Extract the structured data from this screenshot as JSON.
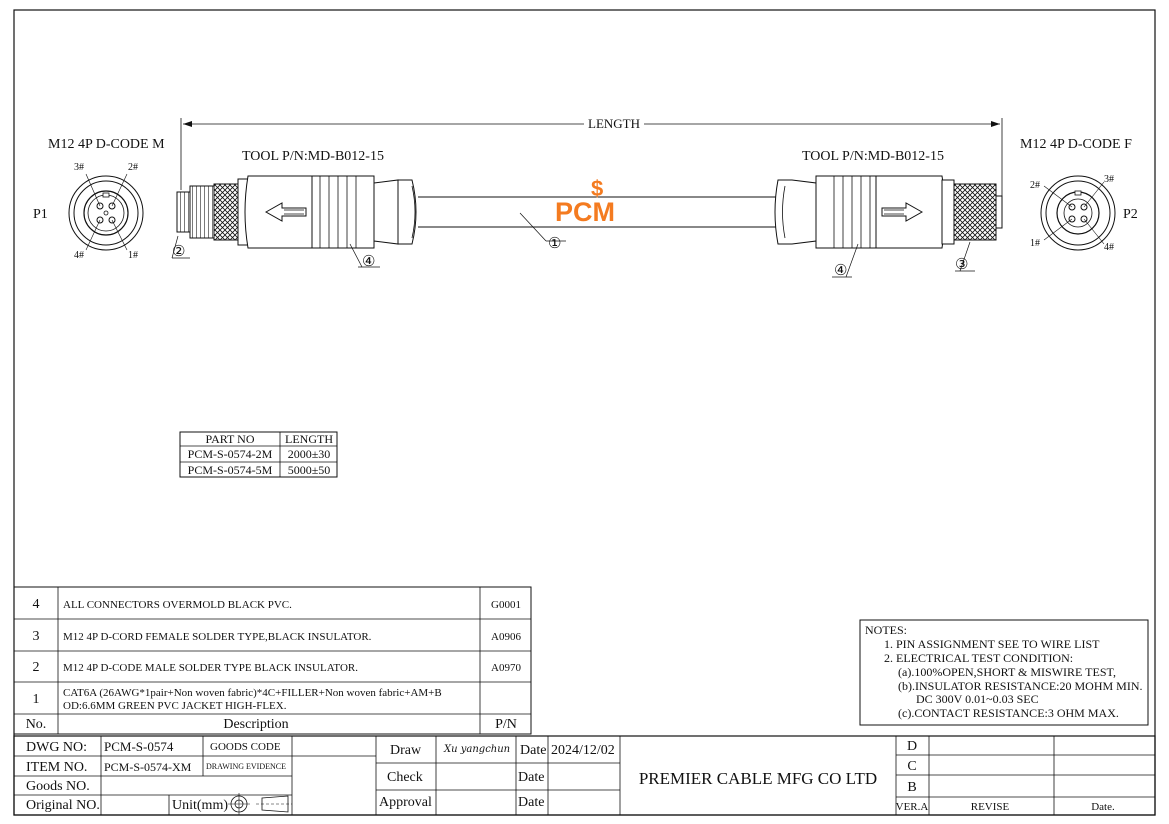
{
  "drawing": {
    "length_label": "LENGTH",
    "p1": {
      "label": "P1",
      "title": "M12 4P D-CODE M",
      "pins": [
        "3#",
        "2#",
        "4#",
        "1#"
      ]
    },
    "p2": {
      "label": "P2",
      "title": "M12 4P D-CODE F",
      "pins": [
        "2#",
        "3#",
        "1#",
        "4#"
      ]
    },
    "tool_left": "TOOL P/N:MD-B012-15",
    "tool_right": "TOOL P/N:MD-B012-15",
    "callouts": [
      "①",
      "②",
      "③",
      "④",
      "④"
    ],
    "logo": {
      "text": "PCM",
      "symbol": "$"
    }
  },
  "part_table": {
    "headers": [
      "PART NO",
      "LENGTH"
    ],
    "rows": [
      [
        "PCM-S-0574-2M",
        "2000±30"
      ],
      [
        "PCM-S-0574-5M",
        "5000±50"
      ]
    ]
  },
  "bom": {
    "headers": {
      "no": "No.",
      "description": "Description",
      "pn": "P/N"
    },
    "rows": [
      {
        "no": "4",
        "description": "ALL CONNECTORS OVERMOLD BLACK PVC.",
        "pn": "G0001"
      },
      {
        "no": "3",
        "description": "M12 4P D-CORD FEMALE SOLDER TYPE,BLACK INSULATOR.",
        "pn": "A0906"
      },
      {
        "no": "2",
        "description": "M12 4P D-CODE MALE SOLDER TYPE BLACK  INSULATOR.",
        "pn": "A0970"
      },
      {
        "no": "1",
        "description": "CAT6A (26AWG*1pair+Non woven fabric)*4C+FILLER+Non woven fabric+AM+B",
        "description2": "OD:6.6MM GREEN PVC JACKET HIGH-FLEX.",
        "pn": ""
      }
    ]
  },
  "notes": {
    "title": "NOTES:",
    "lines": [
      "1.  PIN ASSIGNMENT SEE TO WIRE LIST",
      "2.  ELECTRICAL TEST CONDITION:",
      "(a).100%OPEN,SHORT & MISWIRE TEST,",
      "(b).INSULATOR RESISTANCE:20 MOHM MIN.",
      "DC 300V 0.01~0.03 SEC",
      "(c).CONTACT RESISTANCE:3 OHM MAX."
    ]
  },
  "title_block": {
    "dwg_no_label": "DWG NO:",
    "dwg_no": "PCM-S-0574",
    "goods_code_label": "GOODS CODE",
    "item_no_label": "ITEM NO.",
    "item_no": "PCM-S-0574-XM",
    "drawing_evidence_label": "DRAWING EVIDENCE",
    "goods_no_label": "Goods NO.",
    "original_no_label": "Original NO.",
    "unit_label": "Unit(mm)",
    "draw_label": "Draw",
    "draw_signature": "Xu yangchun",
    "check_label": "Check",
    "approval_label": "Approval",
    "date_label": "Date",
    "draw_date": "2024/12/02",
    "company": "PREMIER CABLE MFG CO LTD",
    "revisions": [
      "D",
      "C",
      "B"
    ],
    "ver_label": "VER.A",
    "revise_label": "REVISE",
    "date_col_label": "Date."
  }
}
